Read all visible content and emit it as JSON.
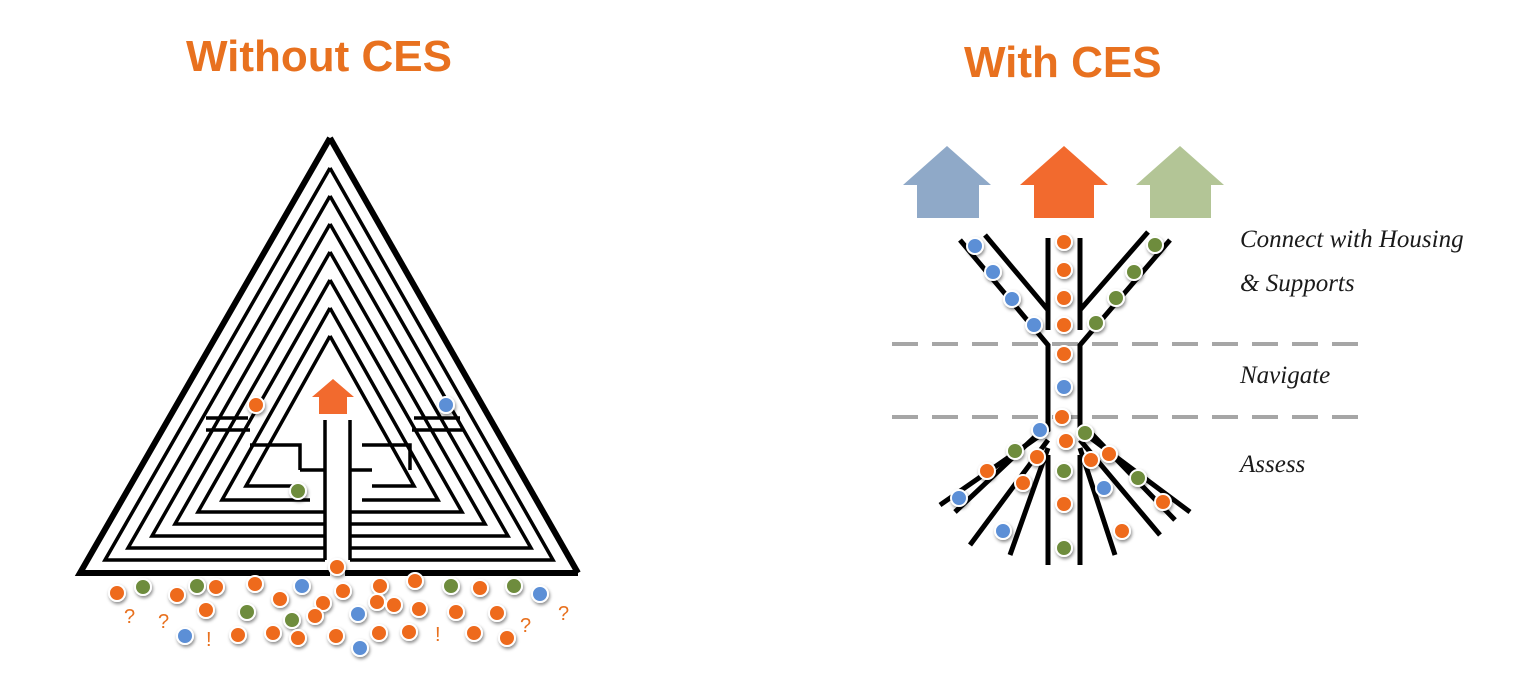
{
  "titles": {
    "without": "Without CES",
    "with": "With CES"
  },
  "stages": {
    "connect_line1": "Connect with Housing",
    "connect_line2": "& Supports",
    "navigate": "Navigate",
    "assess": "Assess"
  },
  "scatter_marks": [
    "?",
    "?",
    "!",
    "!",
    "?",
    "?"
  ],
  "colors": {
    "title": "#e8711f",
    "orange": "#ee6a1f",
    "blue": "#5b8fd6",
    "green": "#6e8c3c",
    "house_blue": "#8fa9c8",
    "house_orange": "#f26a2e",
    "house_green": "#b3c596",
    "dashed_line": "#a6a6a6"
  }
}
